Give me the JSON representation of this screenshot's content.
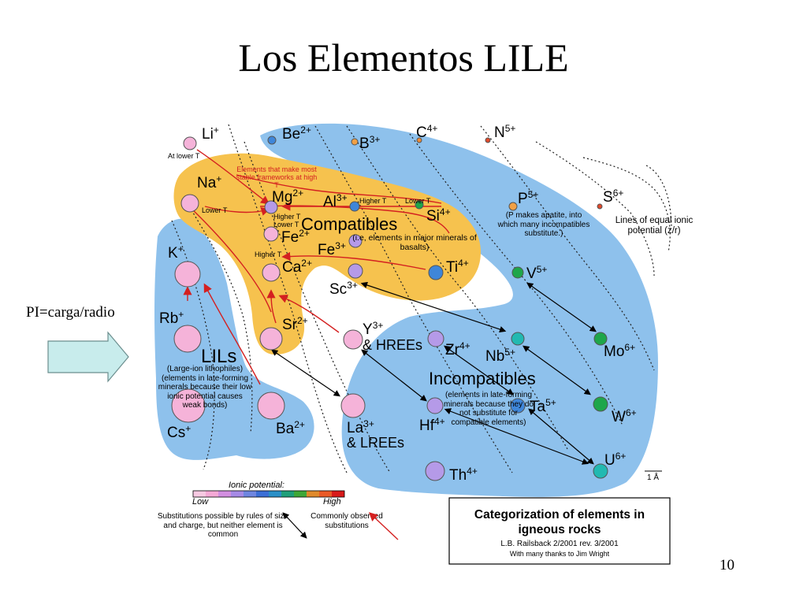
{
  "slide": {
    "title": "Los Elementos LILE",
    "side_label": "PI=carga/radio",
    "page_number": "10"
  },
  "colors": {
    "blue_region": "#8ec1ec",
    "orange_region": "#f6c24e",
    "red_arrow": "#d42020",
    "pink_ion": "#f5b3d9",
    "violet_ion": "#b59ae8",
    "blue_ion": "#3f86d9",
    "green_ion": "#1ea64a",
    "teal_ion": "#22b9b1",
    "side_arrow": "#c8ecec"
  },
  "regions": {
    "compatibles": "Compatibles",
    "compatibles_note": "(i.e, elements in major minerals of basalts)",
    "incompatibles": "Incompatibles",
    "incompatibles_note": "(elements in late-forming minerals because they do not substitute for compatible elements)",
    "lils": "LILs",
    "lils_note": "(Large-ion lithophiles) (elements in late-forming minerals because their low ionic potential causes weak bonds)",
    "frameworks_note": "Elements that make most stable frameworks at high T",
    "p_note": "(P makes apatite, into which many incompatibles substitute.)",
    "equal_lines_note": "Lines of equal ionic potential (z/r)"
  },
  "ions": [
    {
      "name": "Li",
      "charge": "+",
      "color": "pink"
    },
    {
      "name": "Be",
      "charge": "2+",
      "color": "blue"
    },
    {
      "name": "B",
      "charge": "3+",
      "color": "orange"
    },
    {
      "name": "C",
      "charge": "4+",
      "color": "orange"
    },
    {
      "name": "N",
      "charge": "5+",
      "color": "red"
    },
    {
      "name": "Na",
      "charge": "+",
      "color": "pink"
    },
    {
      "name": "Mg",
      "charge": "2+",
      "color": "violet"
    },
    {
      "name": "Al",
      "charge": "3+",
      "color": "blue"
    },
    {
      "name": "Si",
      "charge": "4+",
      "color": "green"
    },
    {
      "name": "P",
      "charge": "5+",
      "color": "orange"
    },
    {
      "name": "S",
      "charge": "6+",
      "color": "red"
    },
    {
      "name": "Fe",
      "charge": "2+",
      "color": "pink"
    },
    {
      "name": "Fe",
      "charge": "3+",
      "color": "violet"
    },
    {
      "name": "Ca",
      "charge": "2+",
      "color": "pink"
    },
    {
      "name": "Ti",
      "charge": "4+",
      "color": "blue"
    },
    {
      "name": "Sc",
      "charge": "3+",
      "color": "violet"
    },
    {
      "name": "V",
      "charge": "5+",
      "color": "green"
    },
    {
      "name": "K",
      "charge": "+",
      "color": "pink"
    },
    {
      "name": "Rb",
      "charge": "+",
      "color": "pink"
    },
    {
      "name": "Sr",
      "charge": "2+",
      "color": "pink"
    },
    {
      "name": "Y",
      "charge": "3+",
      "suffix": "& HREEs",
      "color": "pink"
    },
    {
      "name": "Zr",
      "charge": "4+",
      "color": "violet"
    },
    {
      "name": "Nb",
      "charge": "5+",
      "color": "teal"
    },
    {
      "name": "Mo",
      "charge": "6+",
      "color": "green"
    },
    {
      "name": "Cs",
      "charge": "+",
      "color": "pink"
    },
    {
      "name": "Ba",
      "charge": "2+",
      "color": "pink"
    },
    {
      "name": "La",
      "charge": "3+",
      "suffix": "& LREEs",
      "color": "pink"
    },
    {
      "name": "Hf",
      "charge": "4+",
      "color": "violet"
    },
    {
      "name": "Ta",
      "charge": "5+",
      "color": "blue"
    },
    {
      "name": "W",
      "charge": "6+",
      "color": "green"
    },
    {
      "name": "Th",
      "charge": "4+",
      "color": "violet"
    },
    {
      "name": "U",
      "charge": "6+",
      "color": "teal"
    }
  ],
  "temperature_labels": {
    "li": "At lower T",
    "na": "Lower T",
    "mg": "Higher T",
    "fe": "Lower T",
    "ca": "Higher T",
    "al": "Higher T",
    "si": "Lower T"
  },
  "scale_label": "1 Å",
  "legend": {
    "ionic_potential": "Ionic potential:",
    "low": "Low",
    "high": "High",
    "substitutions": "Substitutions possible by rules of size and charge, but neither element is common",
    "commonly": "Commonly observed substitutions",
    "swatches": [
      "#f7c9e2",
      "#f4a9d6",
      "#d28ee0",
      "#a68ae6",
      "#6f86e0",
      "#3c6fd6",
      "#2a8fc7",
      "#1f9f7a",
      "#3fa838",
      "#e08a2c",
      "#ea5a26",
      "#d81a1a"
    ]
  },
  "credit_box": {
    "title": "Categorization of elements in igneous rocks",
    "line1": "L.B. Railsback 2/2001 rev. 3/2001",
    "line2": "With many thanks to Jim Wright"
  }
}
